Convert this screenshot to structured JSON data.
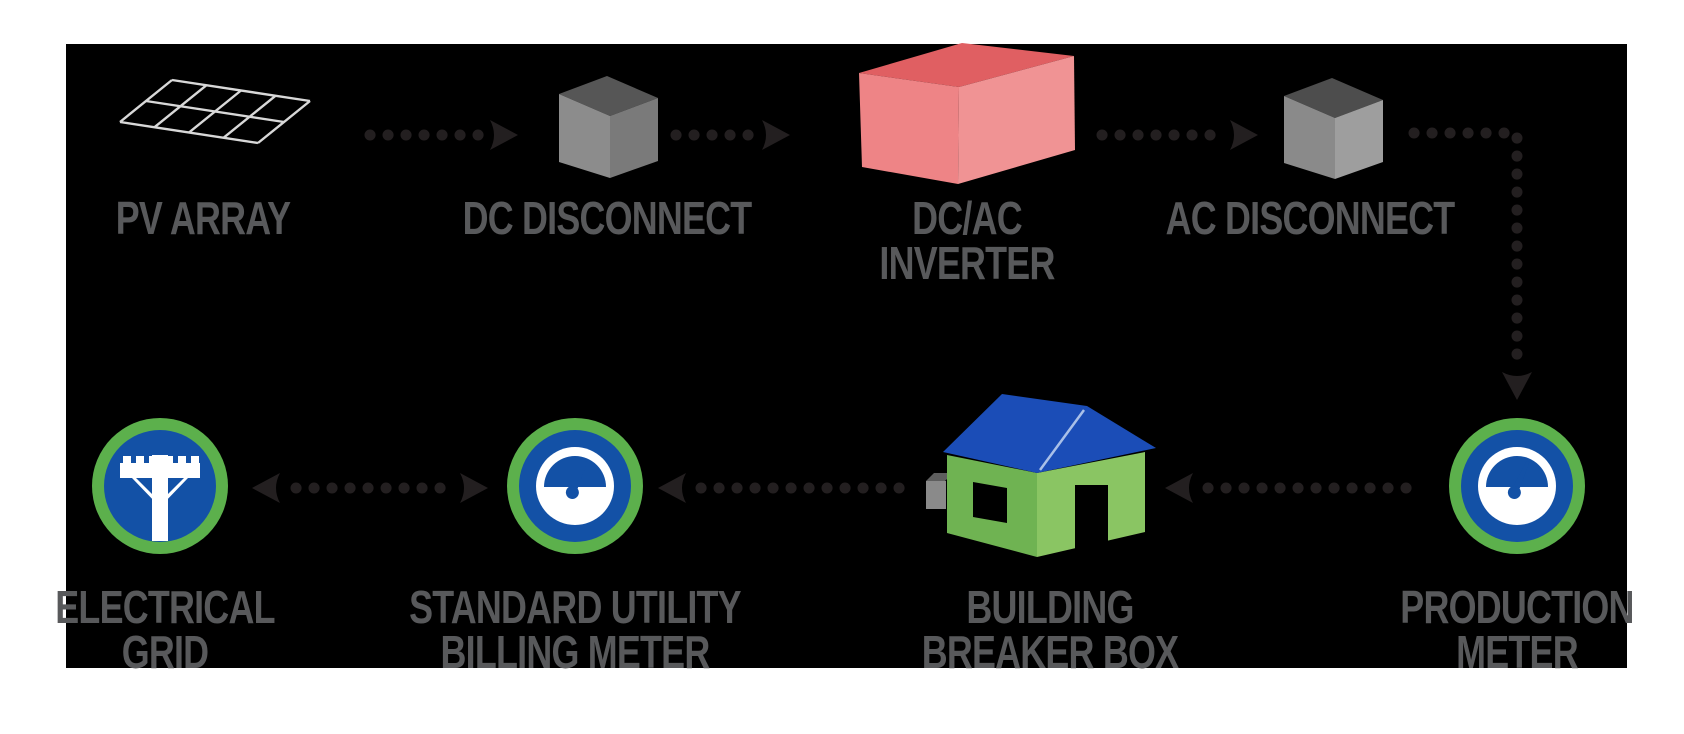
{
  "diagram": {
    "description": "Solar PV system power flow diagram",
    "nodes": {
      "pv_array": {
        "label_line1": "PV ARRAY"
      },
      "dc_disconnect": {
        "label_line1": "DC DISCONNECT"
      },
      "inverter": {
        "label_line1": "DC/AC",
        "label_line2": "INVERTER"
      },
      "ac_disconnect": {
        "label_line1": "AC DISCONNECT"
      },
      "electrical_grid": {
        "label_line1": "ELECTRICAL",
        "label_line2": "GRID"
      },
      "billing_meter": {
        "label_line1": "STANDARD UTILITY",
        "label_line2": "BILLING METER"
      },
      "breaker_box": {
        "label_line1": "BUILDING",
        "label_line2": "BREAKER BOX"
      },
      "production_meter": {
        "label_line1": "PRODUCTION",
        "label_line2": "METER"
      }
    },
    "connections": [
      {
        "from": "pv_array",
        "to": "dc_disconnect",
        "style": "dotted",
        "direction": "right"
      },
      {
        "from": "dc_disconnect",
        "to": "inverter",
        "style": "dotted",
        "direction": "right"
      },
      {
        "from": "inverter",
        "to": "ac_disconnect",
        "style": "dotted",
        "direction": "right"
      },
      {
        "from": "ac_disconnect",
        "to": "production_meter",
        "style": "dotted",
        "direction": "right-then-down"
      },
      {
        "from": "production_meter",
        "to": "breaker_box",
        "style": "dotted",
        "direction": "left"
      },
      {
        "from": "breaker_box",
        "to": "billing_meter",
        "style": "dotted",
        "direction": "left"
      },
      {
        "from": "billing_meter",
        "to": "electrical_grid",
        "style": "dotted",
        "direction": "both"
      }
    ],
    "icons": {
      "pv_array": "solar-panel-wireframe-icon",
      "dc_disconnect": "gray-cube-icon",
      "inverter": "red-box-icon",
      "ac_disconnect": "gray-cube-icon",
      "production_meter": "gauge-meter-icon",
      "breaker_box": "house-icon",
      "billing_meter": "gauge-meter-icon",
      "electrical_grid": "utility-pole-icon"
    }
  },
  "colors": {
    "panel_background": "#000000",
    "page_background": "#ffffff",
    "label_text": "#58595B",
    "arrow": "#231F20",
    "pv_line": "#D8D8D8",
    "cube_top": "#565656",
    "cube_front": "#8C8C8C",
    "cube_side": "#7A7A7A",
    "cube2_top": "#4D4D4D",
    "cube2_front": "#8A8A8A",
    "cube2_side": "#9E9E9E",
    "inverter_top": "#E05F62",
    "inverter_front": "#EE8486",
    "inverter_side": "#F09394",
    "ring_green": "#5CB04C",
    "meter_blue": "#1351A6",
    "roof_blue": "#1B4DB7",
    "roof_ridge_line": "#A9C0E8",
    "wall_green": "#6FB352",
    "wall_green_light": "#8AC563",
    "box_gray": "#8A8A8A",
    "box_gray_top": "#5E5E5E",
    "icon_white": "#FFFFFF"
  }
}
